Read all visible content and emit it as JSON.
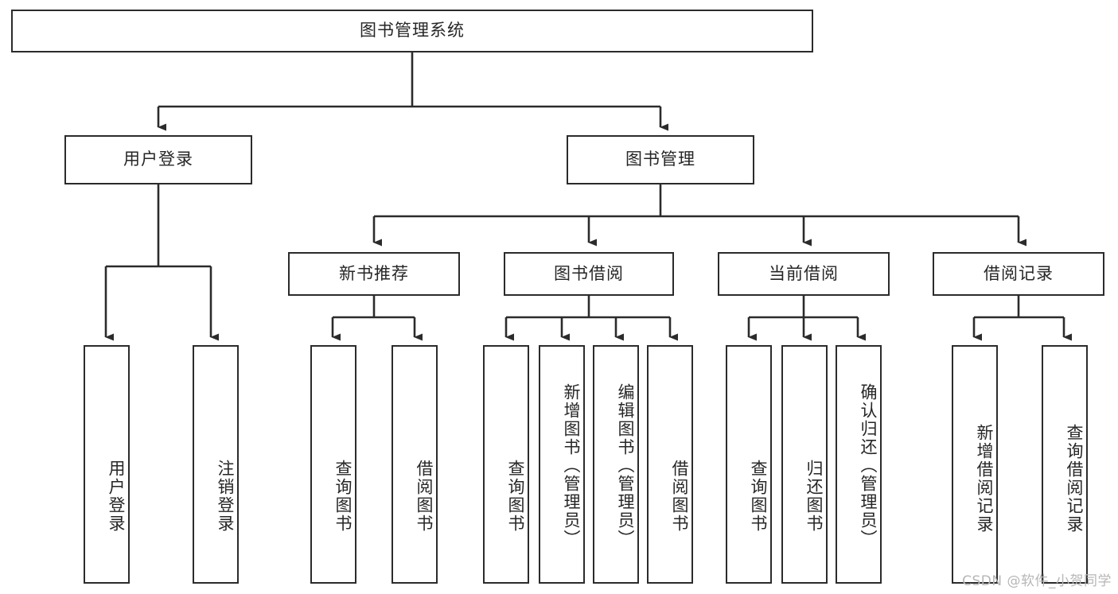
{
  "diagram": {
    "title": "图书管理系统",
    "type": "tree-hierarchy",
    "root": {
      "id": "root",
      "label": "图书管理系统"
    },
    "level2": [
      {
        "id": "user-login",
        "label": "用户登录"
      },
      {
        "id": "book-manage",
        "label": "图书管理"
      }
    ],
    "level3": [
      {
        "id": "new-book-recommend",
        "label": "新书推荐",
        "parent": "book-manage"
      },
      {
        "id": "book-borrow",
        "label": "图书借阅",
        "parent": "book-manage"
      },
      {
        "id": "current-borrow",
        "label": "当前借阅",
        "parent": "book-manage"
      },
      {
        "id": "borrow-record",
        "label": "借阅记录",
        "parent": "book-manage"
      }
    ],
    "leaves": {
      "user_login": [
        {
          "id": "leaf-user-login",
          "label": "用户登录"
        },
        {
          "id": "leaf-logout-login",
          "label": "注销登录"
        }
      ],
      "new_book_recommend": [
        {
          "id": "leaf-query-book-1",
          "label": "查询图书"
        },
        {
          "id": "leaf-borrow-book-1",
          "label": "借阅图书"
        }
      ],
      "book_borrow": [
        {
          "id": "leaf-query-book-2",
          "label": "查询图书"
        },
        {
          "id": "leaf-add-book",
          "label": "新增图书（管理员）"
        },
        {
          "id": "leaf-edit-book",
          "label": "编辑图书（管理员）"
        },
        {
          "id": "leaf-borrow-book-2",
          "label": "借阅图书"
        }
      ],
      "current_borrow": [
        {
          "id": "leaf-query-book-3",
          "label": "查询图书"
        },
        {
          "id": "leaf-return-book",
          "label": "归还图书"
        },
        {
          "id": "leaf-confirm-return",
          "label": "确认归还（管理员）"
        }
      ],
      "borrow_record": [
        {
          "id": "leaf-add-record",
          "label": "新增借阅记录"
        },
        {
          "id": "leaf-query-record",
          "label": "查询借阅记录"
        }
      ]
    }
  },
  "watermark": {
    "text": "CSDN @软件_小贺同学"
  },
  "colors": {
    "stroke": "#2b2b2b",
    "text": "#262626",
    "background": "#ffffff",
    "watermark": "#b6b6b6"
  }
}
